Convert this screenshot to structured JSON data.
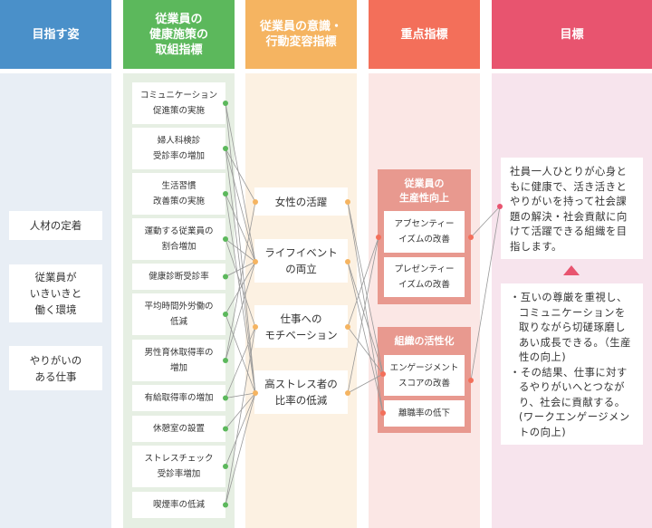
{
  "headers": [
    "目指す姿",
    "従業員の\n健康施策の\n取組指標",
    "従業員の意識・\n行動変容指標",
    "重点指標",
    "目標"
  ],
  "colors": {
    "h1": "#4a90c9",
    "h2": "#5cb85c",
    "h3": "#f5b461",
    "h4": "#f36f5a",
    "h5": "#e8546f",
    "b1": "#e8eef5",
    "b2": "#e6efe3",
    "b3": "#fcf1e2",
    "b4": "#fbe7e5",
    "b5": "#f7e4ed"
  },
  "vision": [
    "人材の定着",
    "従業員が\nいきいきと\n働く環境",
    "やりがいの\nある仕事"
  ],
  "measures": [
    "コミュニケーション\n促進策の実施",
    "婦人科検診\n受診率の増加",
    "生活習慣\n改善策の実施",
    "運動する従業員の\n割合増加",
    "健康診断受診率",
    "平均時間外労働の\n低減",
    "男性育休取得率の\n増加",
    "有給取得率の増加",
    "休憩室の設置",
    "ストレスチェック\n受診率増加",
    "喫煙率の低減"
  ],
  "behaviors": [
    "女性の活躍",
    "ライフイベント\nの両立",
    "仕事への\nモチベーション",
    "高ストレス者の\n比率の低減"
  ],
  "focus": {
    "group1": {
      "title": "従業員の\n生産性向上",
      "items": [
        "アブセンティー\nイズムの改善",
        "プレゼンティー\nイズムの改善"
      ]
    },
    "group2": {
      "title": "組織の活性化",
      "items": [
        "エンゲージメント\nスコアの改善",
        "離職率の低下"
      ]
    }
  },
  "goal": {
    "main": "社員一人ひとりが心身ともに健康で、活き活きとやりがいを持って社会課題の解決・社会貢献に向けて活躍できる組織を目指します。",
    "bullets": [
      "・互いの尊厳を重視し、コミュニケーションを取りながら切磋琢磨しあい成長できる。（生産性の向上)",
      "・その結果、仕事に対するやりがいへとつながり、社会に貢献する。(ワークエンゲージメントの向上)"
    ]
  },
  "links_measure_behavior": [
    [
      0,
      1
    ],
    [
      0,
      3
    ],
    [
      1,
      0
    ],
    [
      1,
      1
    ],
    [
      1,
      3
    ],
    [
      2,
      1
    ],
    [
      2,
      3
    ],
    [
      3,
      1
    ],
    [
      3,
      2
    ],
    [
      4,
      1
    ],
    [
      5,
      1
    ],
    [
      5,
      3
    ],
    [
      6,
      0
    ],
    [
      6,
      1
    ],
    [
      7,
      2
    ],
    [
      7,
      3
    ],
    [
      8,
      3
    ],
    [
      9,
      3
    ],
    [
      10,
      2
    ],
    [
      10,
      3
    ]
  ],
  "links_behavior_focus": [
    [
      0,
      2
    ],
    [
      0,
      3
    ],
    [
      1,
      2
    ],
    [
      1,
      3
    ],
    [
      2,
      0
    ],
    [
      2,
      2
    ],
    [
      3,
      0
    ],
    [
      3,
      2
    ]
  ],
  "links_focus_goal": [
    0,
    1
  ]
}
